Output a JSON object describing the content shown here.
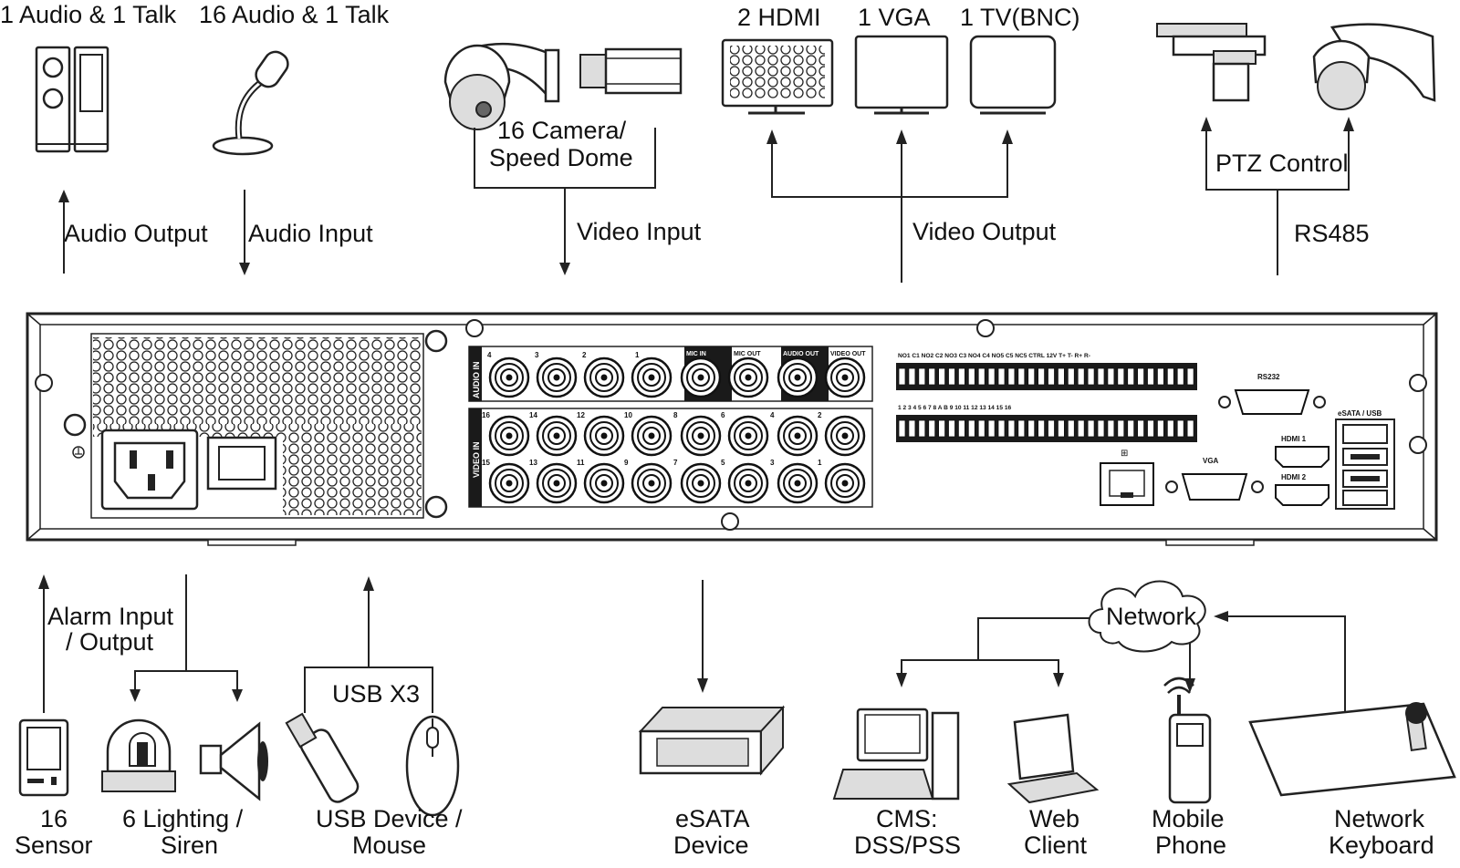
{
  "labels": {
    "audio_out_count": "1 Audio  & 1 Talk",
    "audio_in_count": "16 Audio & 1 Talk",
    "camera_l1": "16  Camera/",
    "camera_l2": "Speed Dome",
    "hdmi": "2  HDMI",
    "vga": "1 VGA",
    "tv": "1 TV(BNC)",
    "ptz": "PTZ Control",
    "audio_output": "Audio  Output",
    "audio_input": "Audio  Input",
    "video_input": "Video Input",
    "video_output": "Video Output",
    "rs485": "RS485",
    "alarm_l1": "Alarm Input",
    "alarm_l2": "/ Output",
    "usb_x3": "USB X3",
    "network": "Network",
    "sensor_l1": "16",
    "sensor_l2": "Sensor",
    "lighting_l1": "6 Lighting /",
    "lighting_l2": "Siren",
    "usb_dev_l1": "USB Device /",
    "usb_dev_l2": "Mouse",
    "esata_l1": "eSATA",
    "esata_l2": "Device",
    "cms_l1": "CMS:",
    "cms_l2": "DSS/PSS",
    "web_l1": "Web",
    "web_l2": "Client",
    "mobile_l1": "Mobile",
    "mobile_l2": "Phone",
    "keyboard_l1": "Network",
    "keyboard_l2": "Keyboard"
  },
  "panel": {
    "audio_in": "AUDIO IN",
    "video_in": "VIDEO IN",
    "mic_in": "MIC IN",
    "mic_out": "MIC OUT",
    "audio_out": "AUDIO OUT",
    "video_out": "VIDEO OUT",
    "rs232": "RS232",
    "vga": "VGA",
    "hdmi1": "HDMI 1",
    "hdmi2": "HDMI 2",
    "esata": "eSATA / USB",
    "audio_numbers": [
      "4",
      "3",
      "2",
      "1"
    ],
    "video_top_numbers": [
      "16",
      "14",
      "12",
      "10",
      "8",
      "6",
      "4",
      "2"
    ],
    "video_bottom_numbers": [
      "15",
      "13",
      "11",
      "9",
      "7",
      "5",
      "3",
      "1"
    ],
    "terminal_top": "NO1 C1  NO2 C2  NO3 C3  NO4 C4  NO5 C5 NC5  CTRL 12V  T+ T- R+ R-",
    "terminal_bottom": "1 2 3 4  5 6 7 8  A B  9 10 11 12  13 14 15 16"
  },
  "colors": {
    "ink": "#111111",
    "panel_fill": "#ffffff",
    "panel_dark": "#1a1a1a"
  }
}
